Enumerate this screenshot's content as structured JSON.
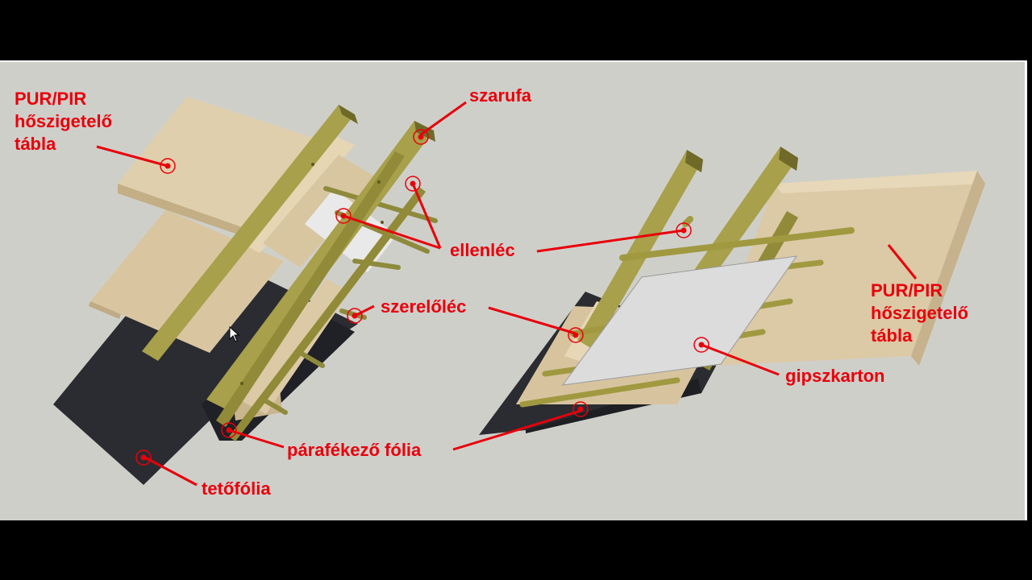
{
  "labels": {
    "left_pur_line1": "PUR/PIR",
    "left_pur_line2": "hőszigetelő",
    "left_pur_line3": "tábla",
    "szarufa": "szarufa",
    "ellenlec": "ellenléc",
    "szerelolec": "szerelőléc",
    "parafekezo": "párafékező fólia",
    "tetofolia": "tetőfólia",
    "right_pur_line1": "PUR/PIR",
    "right_pur_line2": "hőszigetelő",
    "right_pur_line3": "tábla",
    "gipszkarton": "gipszkarton"
  },
  "colors": {
    "annotation": "#e8000b",
    "background": "#cfcfca",
    "insulation": "#dcc9a6",
    "insulation_side": "#c8b48e",
    "rafter": "#a8a04a",
    "rafter_dark": "#6f6a28",
    "membrane": "#2a2c31",
    "gypsum": "#dcdcdc"
  }
}
